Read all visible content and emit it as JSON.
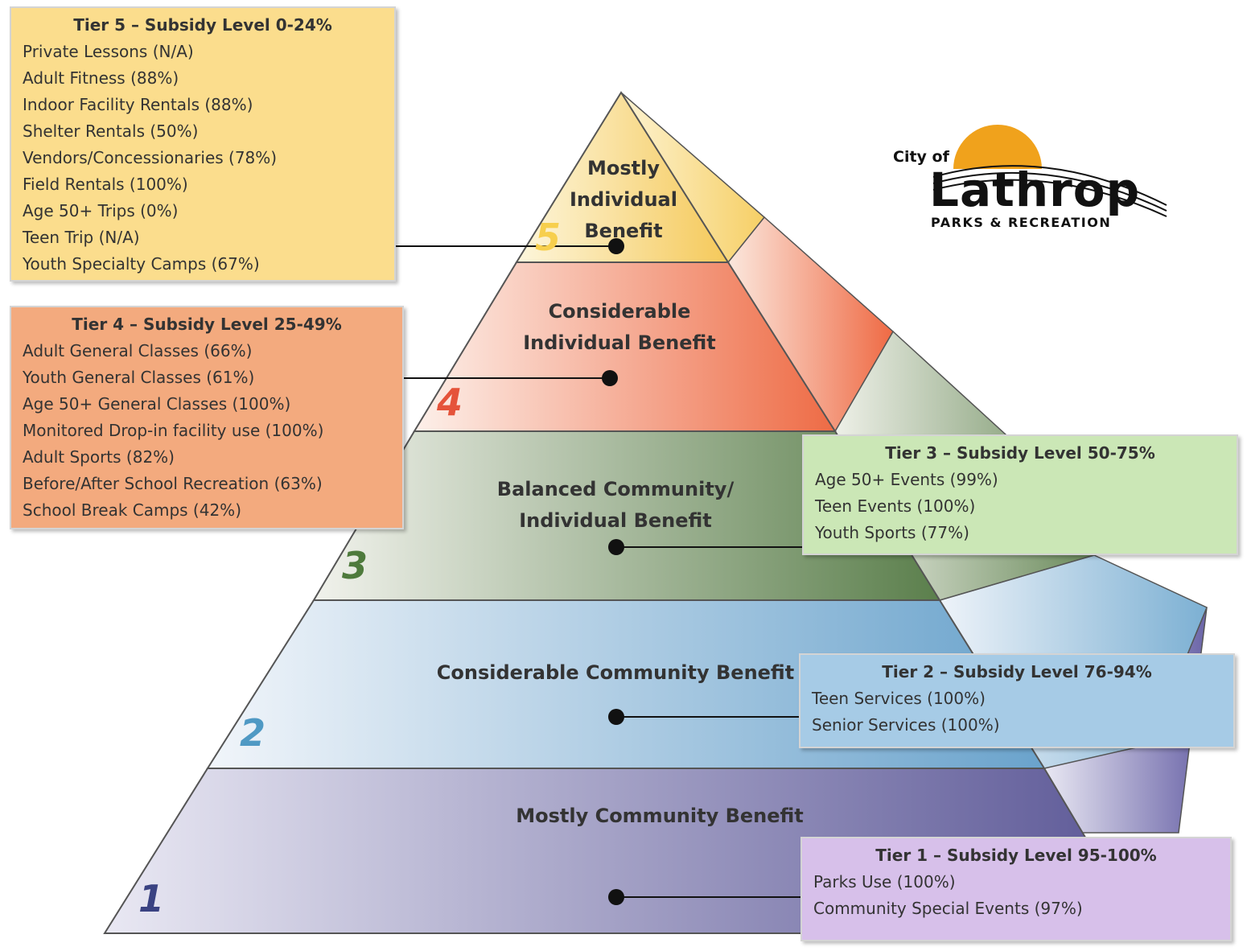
{
  "logo": {
    "city_text": "City of",
    "name": "Lathrop",
    "subtitle": "PARKS & RECREATION",
    "sun_color": "#f0a21c"
  },
  "tiers": [
    {
      "number": "1",
      "label": "Mostly Community Benefit",
      "box_title": "Tier 1 – Subsidy Level 95-100%",
      "items": [
        "Parks Use (100%)",
        "Community Special Events (97%)"
      ],
      "color": "#7068a8",
      "box_color": "#d7c0ea"
    },
    {
      "number": "2",
      "label": "Considerable Community Benefit",
      "box_title": "Tier 2 – Subsidy Level 76-94%",
      "items": [
        "Teen Services (100%)",
        "Senior Services (100%)"
      ],
      "color": "#6fa4c9",
      "box_color": "#a6cbe6"
    },
    {
      "number": "3",
      "label_lines": [
        "Balanced Community/",
        "Individual Benefit"
      ],
      "box_title": "Tier 3 – Subsidy Level 50-75%",
      "items": [
        "Age 50+ Events (99%)",
        "Teen Events (100%)",
        "Youth Sports (77%)"
      ],
      "color": "#6d8a5c",
      "box_color": "#cbe7b6"
    },
    {
      "number": "4",
      "label_lines": [
        "Considerable",
        "Individual Benefit"
      ],
      "box_title": "Tier 4 – Subsidy Level 25-49%",
      "items": [
        "Adult General Classes (66%)",
        "Youth General Classes (61%)",
        "Age 50+ General Classes (100%)",
        "Monitored Drop-in facility use (100%)",
        "Adult Sports (82%)",
        "Before/After School Recreation (63%)",
        "School Break Camps (42%)"
      ],
      "color": "#ef7a55",
      "box_color": "#f3aa7e"
    },
    {
      "number": "5",
      "label_lines": [
        "Mostly",
        "Individual",
        "Benefit"
      ],
      "box_title": "Tier 5 – Subsidy Level 0-24%",
      "items": [
        "Private Lessons (N/A)",
        "Adult Fitness (88%)",
        "Indoor Facility Rentals (88%)",
        "Shelter Rentals (50%)",
        "Vendors/Concessionaries (78%)",
        "Field Rentals (100%)",
        "Age 50+ Trips (0%)",
        "Teen Trip (N/A)",
        "Youth Specialty Camps (67%)"
      ],
      "color": "#f5cf64",
      "box_color": "#fbdd8d"
    }
  ]
}
